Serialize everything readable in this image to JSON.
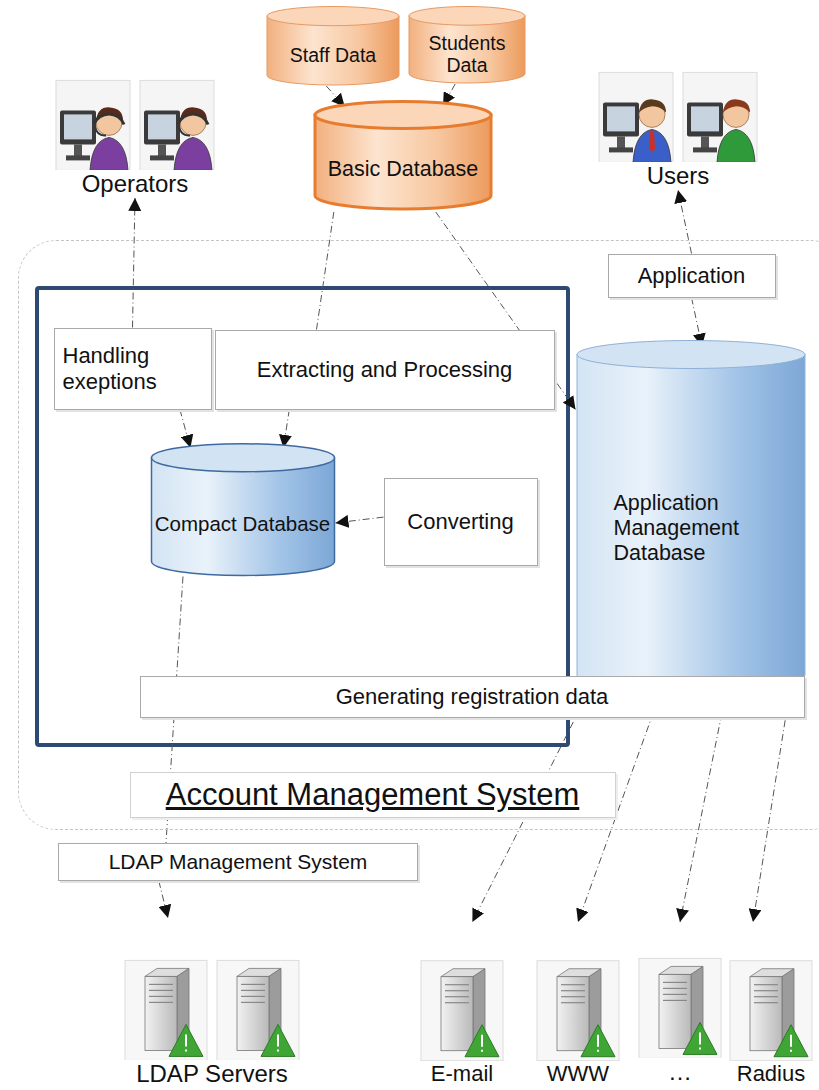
{
  "diagram": {
    "nodes": [
      {
        "text": [
          "Staff Data"
        ]
      },
      {
        "text": [
          "Students Data"
        ]
      },
      {
        "text": [
          "Basic Database"
        ]
      },
      {
        "text": [
          "Operators"
        ]
      },
      {
        "text": [
          "Users"
        ]
      },
      {
        "text": [
          "Account Management System"
        ]
      },
      {
        "text": [
          "Application"
        ],
        "in": 5
      },
      {
        "text": [
          "Handling exeptions"
        ],
        "in": 5
      },
      {
        "text": [
          "Extracting and Processing"
        ],
        "in": 5
      },
      {
        "text": [
          "Application Management Database"
        ],
        "in": 5
      },
      {
        "text": [
          "Compact Database"
        ],
        "in": 5
      },
      {
        "text": [
          "Converting"
        ],
        "in": 5
      },
      {
        "text": [
          "Generating registration data"
        ],
        "in": 5
      },
      {
        "text": [
          "LDAP Management System"
        ]
      },
      {
        "text": [
          "LDAP Servers"
        ]
      },
      {
        "text": [
          "E-mail"
        ]
      },
      {
        "text": [
          "WWW"
        ]
      },
      {
        "text": [
          "…"
        ]
      },
      {
        "text": [
          "Radius"
        ]
      }
    ],
    "edges": [
      {
        "from": 0,
        "to": 2,
        "arrow": "to"
      },
      {
        "from": 1,
        "to": 2,
        "arrow": "to"
      },
      {
        "from": 2,
        "to": 8,
        "arrow": "none"
      },
      {
        "from": 2,
        "to": 9,
        "arrow": "to"
      },
      {
        "from": 7,
        "to": 3,
        "arrow": "to"
      },
      {
        "from": 7,
        "to": 10,
        "arrow": "to"
      },
      {
        "from": 8,
        "to": 10,
        "arrow": "to"
      },
      {
        "from": 11,
        "to": 10,
        "arrow": "to"
      },
      {
        "from": 6,
        "to": 4,
        "arrow": "to"
      },
      {
        "from": 6,
        "to": 9,
        "arrow": "to"
      },
      {
        "from": 10,
        "to": 13,
        "arrow": "none"
      },
      {
        "from": 13,
        "to": 14,
        "arrow": "to"
      },
      {
        "from": 9,
        "to": 15,
        "arrow": "to"
      },
      {
        "from": 9,
        "to": 16,
        "arrow": "to"
      },
      {
        "from": 9,
        "to": 17,
        "arrow": "to"
      },
      {
        "from": 9,
        "to": 18,
        "arrow": "to"
      }
    ]
  }
}
